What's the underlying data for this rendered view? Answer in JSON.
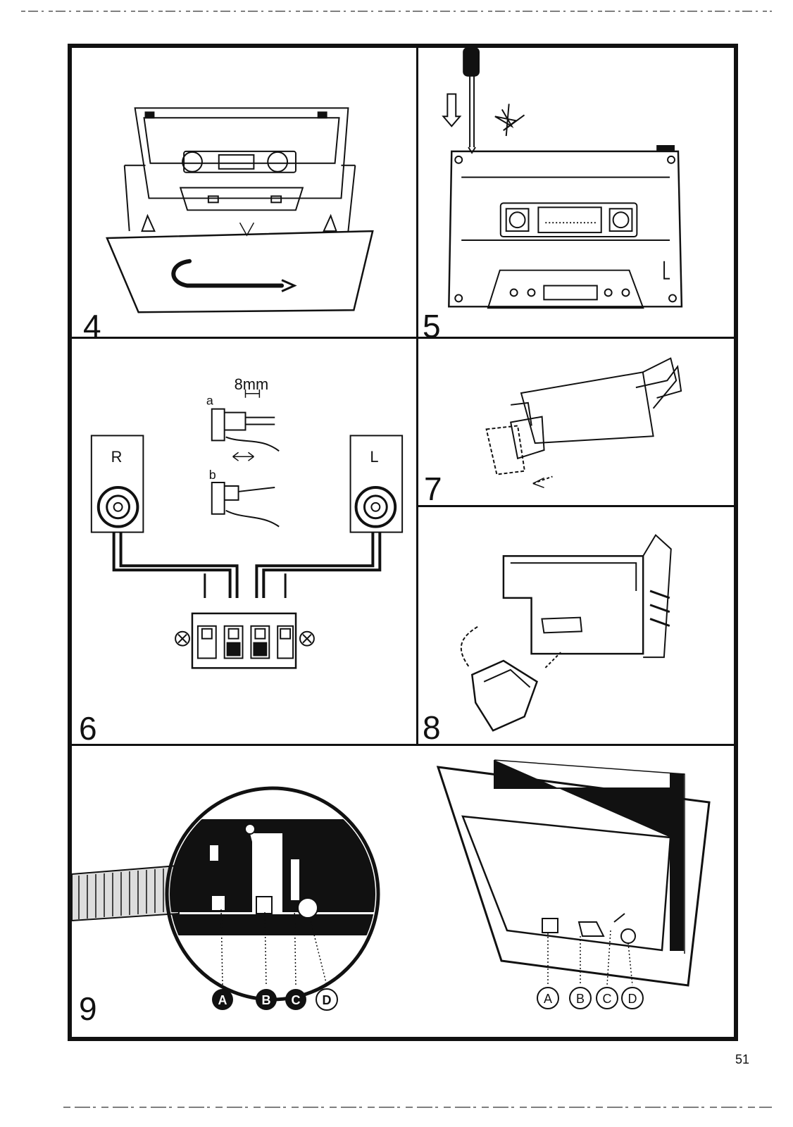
{
  "panels": [
    {
      "id": "4",
      "number": "4"
    },
    {
      "id": "5",
      "number": "5"
    },
    {
      "id": "6",
      "number": "6",
      "dimension": "8mm",
      "step_a": "a",
      "step_b": "b",
      "speaker_right": "R",
      "speaker_left": "L"
    },
    {
      "id": "7",
      "number": "7"
    },
    {
      "id": "8",
      "number": "8"
    },
    {
      "id": "9",
      "number": "9",
      "connectors_left": [
        "A",
        "B",
        "C",
        "D"
      ],
      "connectors_right": [
        "A",
        "B",
        "C",
        "D"
      ]
    }
  ],
  "page_number": "51",
  "colors": {
    "ink": "#111111",
    "paper": "#ffffff"
  }
}
